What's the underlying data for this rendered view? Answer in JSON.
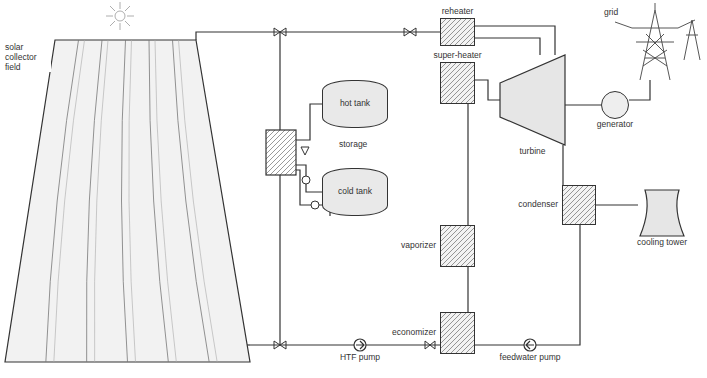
{
  "diagram": {
    "nodes": [
      {
        "text": [
          "solar collector field"
        ]
      },
      {
        "text": [
          "hot tank"
        ]
      },
      {
        "text": [
          "cold tank"
        ]
      },
      {
        "text": [
          "reheater"
        ]
      },
      {
        "text": [
          "super-heater"
        ]
      },
      {
        "text": [
          "vaporizer"
        ]
      },
      {
        "text": [
          "economizer"
        ]
      },
      {
        "text": [
          "turbine"
        ]
      },
      {
        "text": [
          "generator"
        ]
      },
      {
        "text": [
          "condenser"
        ]
      },
      {
        "text": [
          "cooling tower"
        ]
      }
    ],
    "edges": [
      {
        "from": 0,
        "to": 3,
        "arrow": "none"
      },
      {
        "from": 6,
        "to": 0,
        "arrow": "none"
      },
      {
        "from": 6,
        "to": 5,
        "arrow": "none"
      },
      {
        "from": 5,
        "to": 4,
        "arrow": "none"
      },
      {
        "from": 4,
        "to": 7,
        "arrow": "none"
      },
      {
        "from": 7,
        "to": 3,
        "arrow": "none"
      },
      {
        "from": 3,
        "to": 7,
        "arrow": "none"
      },
      {
        "from": 7,
        "to": 9,
        "arrow": "none"
      },
      {
        "from": 9,
        "to": 6,
        "arrow": "none"
      },
      {
        "from": 7,
        "to": 8,
        "arrow": "none"
      },
      {
        "from": 9,
        "to": 10,
        "arrow": "none"
      }
    ],
    "labels": [
      "storage",
      "grid",
      "HTF pump",
      "feedwater pump"
    ]
  }
}
